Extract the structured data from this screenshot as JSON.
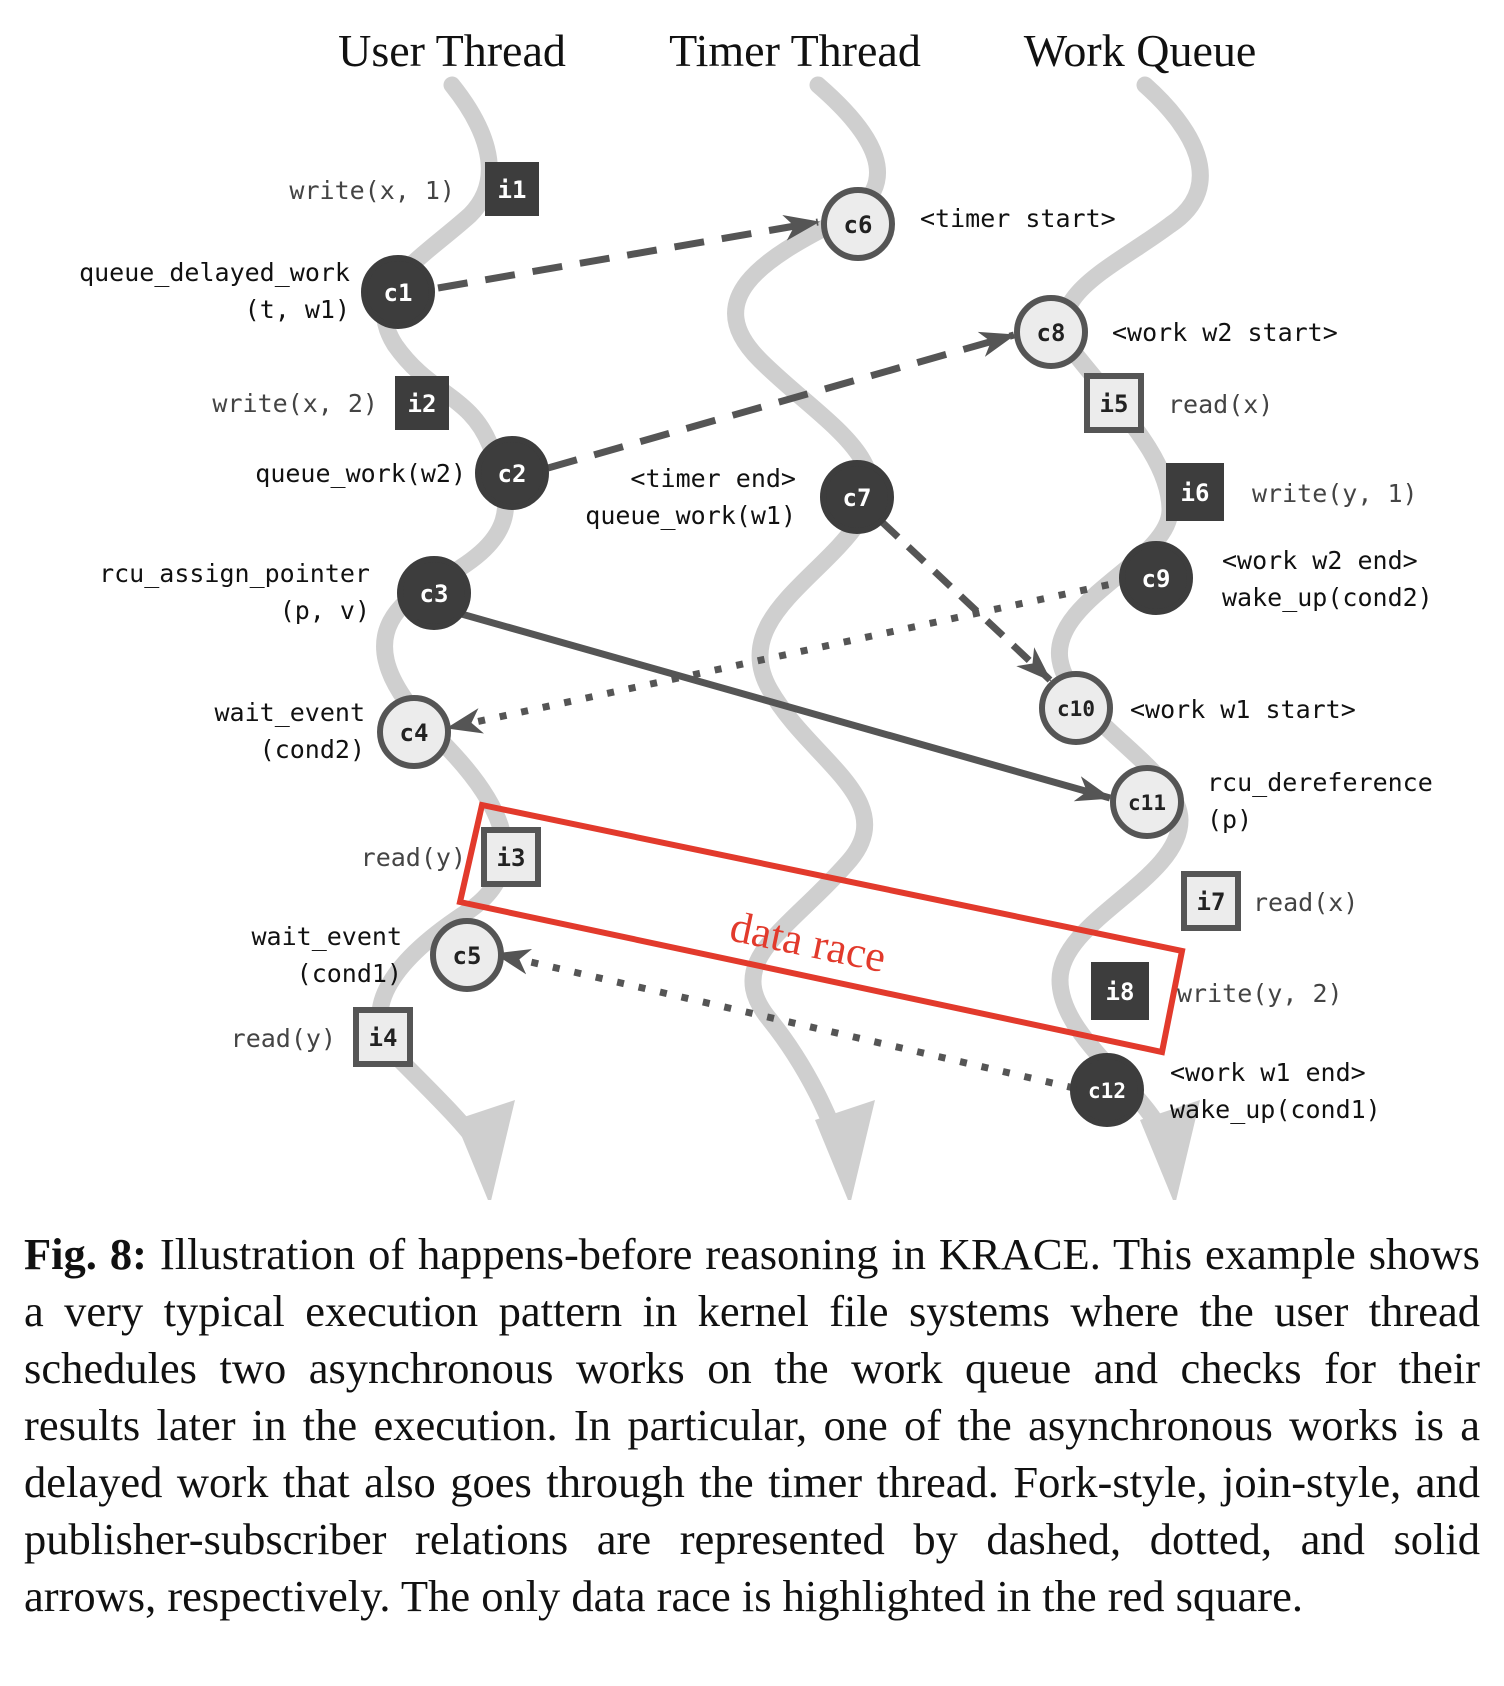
{
  "threads": {
    "user": "User Thread",
    "timer": "Timer Thread",
    "work": "Work Queue"
  },
  "labels": {
    "i1": "write(x, 1)",
    "c1a": "queue_delayed_work",
    "c1b": "(t, w1)",
    "i2": "write(x, 2)",
    "c2": "queue_work(w2)",
    "c3a": "rcu_assign_pointer",
    "c3b": "(p, v)",
    "c4a": "wait_event",
    "c4b": "(cond2)",
    "i3": "read(y)",
    "c5a": "wait_event",
    "c5b": "(cond1)",
    "i4": "read(y)",
    "c6": "<timer start>",
    "c7a": "<timer end>",
    "c7b": "queue_work(w1)",
    "c8": "<work w2 start>",
    "i5": "read(x)",
    "i6": "write(y, 1)",
    "c9a": "<work w2 end>",
    "c9b": "wake_up(cond2)",
    "c10": "<work w1 start>",
    "c11a": "rcu_dereference",
    "c11b": "(p)",
    "i7": "read(x)",
    "i8": "write(y, 2)",
    "c12a": "<work w1 end>",
    "c12b": "wake_up(cond1)"
  },
  "nodes": {
    "c1": "c1",
    "c2": "c2",
    "c3": "c3",
    "c4": "c4",
    "c5": "c5",
    "c6": "c6",
    "c7": "c7",
    "c8": "c8",
    "c9": "c9",
    "c10": "c10",
    "c11": "c11",
    "c12": "c12",
    "i1": "i1",
    "i2": "i2",
    "i3": "i3",
    "i4": "i4",
    "i5": "i5",
    "i6": "i6",
    "i7": "i7",
    "i8": "i8"
  },
  "race_label": "data race",
  "caption": {
    "fig": "Fig. 8:",
    "text": "Illustration of happens-before reasoning in KRACE. This example shows a very typical execution pattern in kernel file systems where the user thread schedules two asynchronous works on the work queue and checks for their results later in the execution. In particular, one of the asynchronous works is a delayed work that also goes through the timer thread. Fork-style, join-style, and publisher-subscriber relations are represented by dashed, dotted, and solid arrows, respectively. The only data race is highlighted in the red square."
  },
  "colors": {
    "dark_node": "#3d3d3d",
    "light_node": "#ececec",
    "thread_line": "#cfcfcf",
    "arrow": "#555555",
    "race": "#e23a2c"
  }
}
